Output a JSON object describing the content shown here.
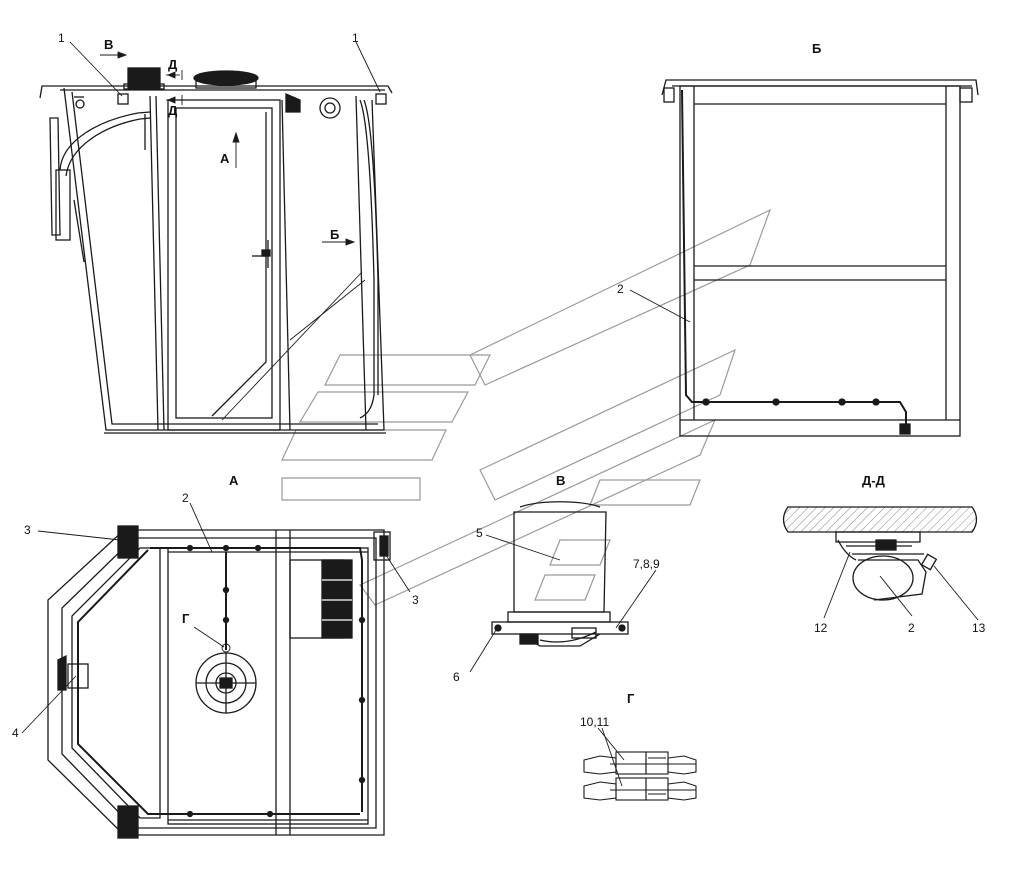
{
  "views": {
    "b_cyr": "Б",
    "a": "А",
    "v": "В",
    "dd": "Д-Д",
    "g": "Г"
  },
  "arrows": {
    "v": "В",
    "d_top": "Д",
    "d_bottom": "Д",
    "a": "А",
    "b_cyr": "Б"
  },
  "callouts": {
    "c1_left": "1",
    "c1_right": "1",
    "c2_b": "2",
    "c2_a": "2",
    "c2_dd": "2",
    "c3_left": "3",
    "c3_right": "3",
    "c4": "4",
    "c5": "5",
    "c6": "6",
    "c789": "7,8,9",
    "c1011": "10,11",
    "c12": "12",
    "c13": "13",
    "g_marker": "Г"
  },
  "colors": {
    "line": "#1a1a1a",
    "watermark": "#9a9a9a",
    "shade": "#e6e6e6"
  }
}
